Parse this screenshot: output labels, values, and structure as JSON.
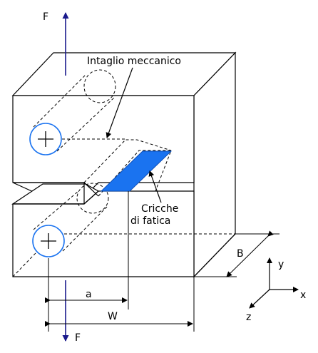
{
  "labels": {
    "force_top": "F",
    "force_bottom": "F",
    "notch": "Intaglio meccanico",
    "cracks_line1": "Cricche",
    "cracks_line2": "di fatica",
    "dim_a": "a",
    "dim_W": "W",
    "dim_B": "B",
    "axis_x": "x",
    "axis_y": "y",
    "axis_z": "z"
  },
  "colors": {
    "crack_fill": "#1a73f0",
    "hole_stroke": "#1a73f0",
    "force_arrow": "#1a1a8c"
  }
}
